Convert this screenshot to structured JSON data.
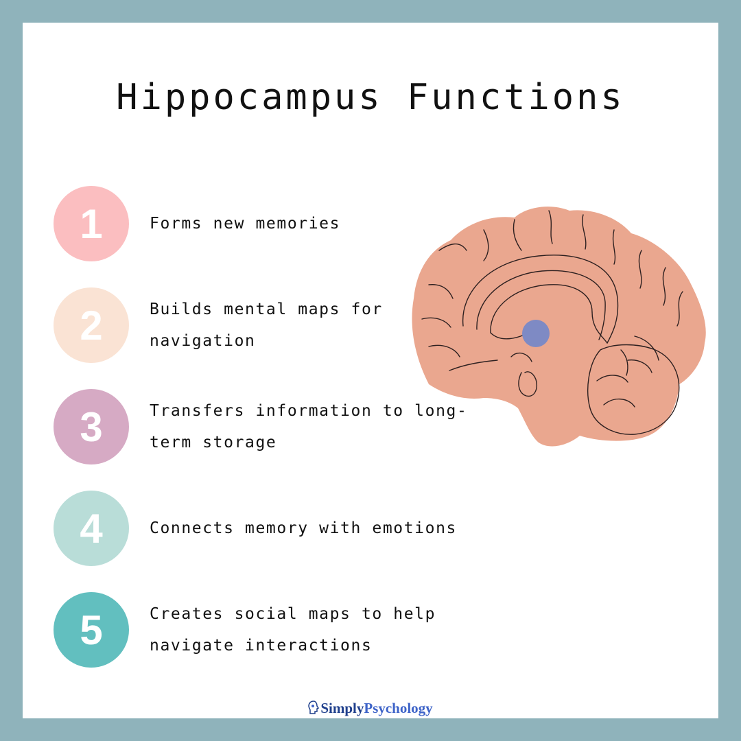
{
  "title": "Hippocampus Functions",
  "items": [
    {
      "number": "1",
      "text": "Forms new memories",
      "color": "#fbbec0"
    },
    {
      "number": "2",
      "text": "Builds mental maps for navigation",
      "color": "#fae3d4"
    },
    {
      "number": "3",
      "text": "Transfers information to long-term storage",
      "color": "#d6aac4"
    },
    {
      "number": "4",
      "text": "Connects memory with emotions",
      "color": "#b9ddd8"
    },
    {
      "number": "5",
      "text": "Creates social maps to help navigate interactions",
      "color": "#62bfbf"
    }
  ],
  "illustration": {
    "name": "brain-illustration",
    "brain_color": "#eaa78f",
    "hippocampus_color": "#7e8ac4"
  },
  "footer": {
    "brand_part1": "Simply",
    "brand_part2": "Psychology",
    "icon": "head-icon"
  },
  "colors": {
    "frame": "#8fb3bb",
    "card": "#ffffff"
  }
}
